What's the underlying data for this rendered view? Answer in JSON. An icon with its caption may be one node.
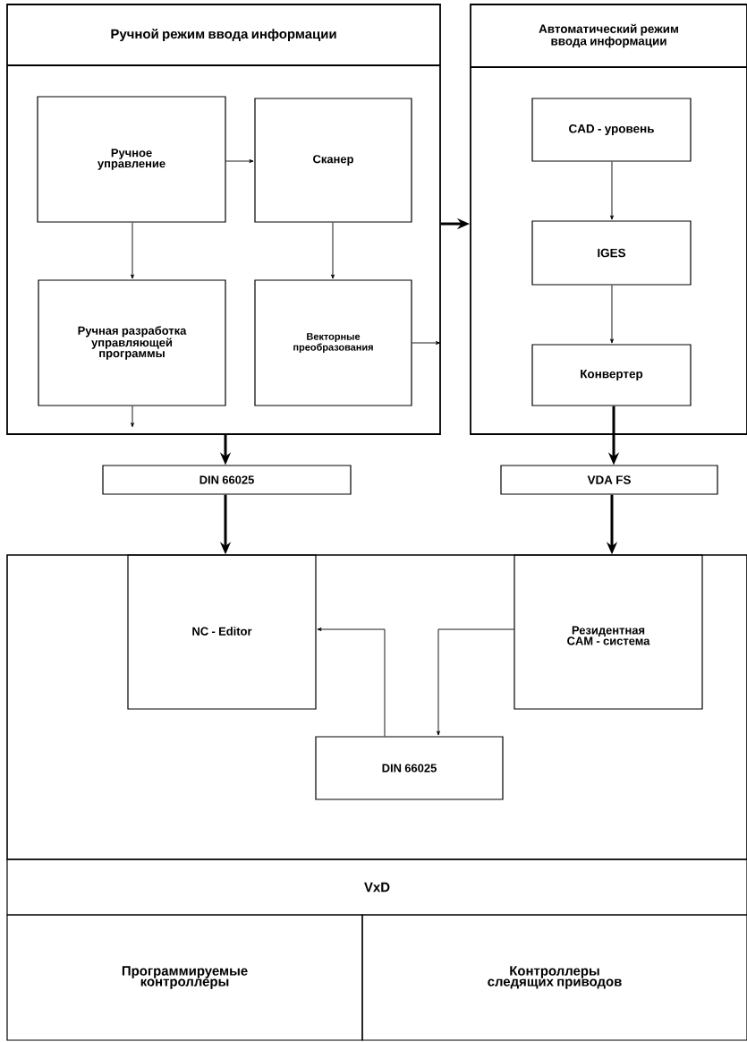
{
  "diagram": {
    "nodes": [
      {
        "text": [
          "Ручной режим ввода информации"
        ]
      },
      {
        "text": [
          "Ручное управление"
        ],
        "in": 0
      },
      {
        "text": [
          "Сканер"
        ],
        "in": 0
      },
      {
        "text": [
          "Ручная разработка управляющей программы"
        ],
        "in": 0
      },
      {
        "text": [
          "Векторные преобразования"
        ],
        "in": 0
      },
      {
        "text": [
          "Автоматический режим ввода информации"
        ]
      },
      {
        "text": [
          "CAD - уровень"
        ],
        "in": 5
      },
      {
        "text": [
          "IGES"
        ],
        "in": 5
      },
      {
        "text": [
          "Конвертер"
        ],
        "in": 5
      },
      {
        "text": [
          "DIN 66025"
        ]
      },
      {
        "text": [
          "VDA FS"
        ]
      },
      {
        "text": [],
        "shape": "box"
      },
      {
        "text": [
          "NC - Editor"
        ],
        "in": 11
      },
      {
        "text": [
          "Резидентная CAM - система"
        ],
        "in": 11
      },
      {
        "text": [
          "DIN 66025"
        ],
        "in": 11
      },
      {
        "text": [
          "VxD"
        ]
      },
      {
        "text": [
          "Программируемые контроллеры"
        ]
      },
      {
        "text": [
          "Контроллеры следящих приводов"
        ]
      }
    ],
    "edges": [
      {
        "from": 1,
        "to": 2,
        "arrow": "to"
      },
      {
        "from": 1,
        "to": 3,
        "arrow": "to"
      },
      {
        "from": 2,
        "to": 4,
        "arrow": "to"
      },
      {
        "from": 4,
        "to": 0,
        "arrow": "to"
      },
      {
        "from": 3,
        "to": null,
        "arrow": "to"
      },
      {
        "from": 0,
        "to": 5,
        "arrow": "to",
        "style": "thick"
      },
      {
        "from": 6,
        "to": 7,
        "arrow": "to"
      },
      {
        "from": 7,
        "to": 8,
        "arrow": "to"
      },
      {
        "from": 0,
        "to": 9,
        "arrow": "to",
        "style": "thick"
      },
      {
        "from": 8,
        "to": 10,
        "arrow": "to",
        "style": "thick"
      },
      {
        "from": 9,
        "to": 12,
        "arrow": "to",
        "style": "thick"
      },
      {
        "from": 10,
        "to": 13,
        "arrow": "to",
        "style": "thick"
      },
      {
        "from": 13,
        "to": 14,
        "arrow": "to"
      },
      {
        "from": 14,
        "to": 12,
        "arrow": "to"
      }
    ]
  }
}
